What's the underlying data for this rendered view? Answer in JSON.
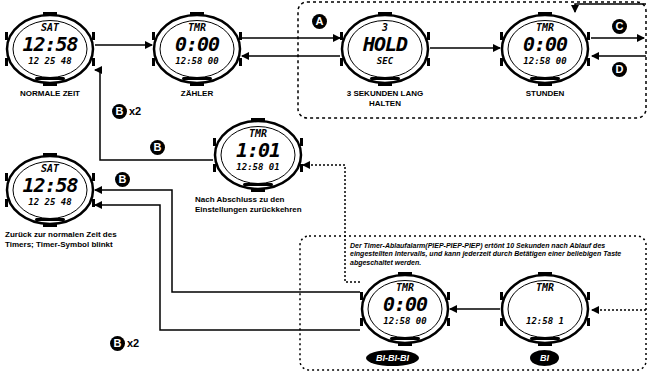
{
  "diagram": {
    "nodes": [
      {
        "text": [
          "SAT",
          "12:58",
          "12 25 48",
          "NORMALE ZEIT"
        ]
      },
      {
        "text": [
          "TMR",
          "0:00",
          "12:58 00",
          "ZÄHLER"
        ]
      },
      {
        "text": [
          "3",
          "HOLD",
          "SEC",
          "3 SEKUNDEN LANG HALTEN"
        ]
      },
      {
        "text": [
          "TMR",
          "0:00",
          "12:58 00",
          "STUNDEN"
        ]
      },
      {
        "text": [
          "TMR",
          "1:01",
          "12:58 01",
          "Nach Abschluss zu den Einstellungen zurückkehren"
        ]
      },
      {
        "text": [
          "SAT",
          "12:58",
          "12 25 48",
          "Zurück zur normalen Zeit des Timers; Timer-Symbol blinkt"
        ]
      },
      {
        "text": [
          "TMR",
          "0:00",
          "12:58 00"
        ]
      },
      {
        "text": [
          "TMR",
          "12:58 1"
        ]
      }
    ],
    "edges": [
      {
        "from": 0,
        "to": 1,
        "arrow": "to"
      },
      {
        "from": 1,
        "to": 2,
        "arrow": "to"
      },
      {
        "from": 2,
        "to": 1,
        "arrow": "to"
      },
      {
        "from": 2,
        "to": 3,
        "arrow": "to"
      },
      {
        "from": 4,
        "to": 0,
        "arrow": "to"
      },
      {
        "from": 6,
        "to": 4,
        "arrow": "to"
      },
      {
        "from": 7,
        "to": 6,
        "arrow": "to"
      },
      {
        "from": 6,
        "to": 5,
        "arrow": "to"
      },
      {
        "from": 6,
        "to": 5,
        "arrow": "to"
      }
    ],
    "labels": [
      "A",
      "B",
      "x2",
      "C",
      "D",
      "B",
      "B",
      "B",
      "x2",
      "BI-BI-BI",
      "BI",
      "Der Timer-Ablaufalarm(PIEP-PIEP-PIEP) ertönt 10 Sekunden nach Ablauf des eingestellten Intervalls, und kann jederzeit durch Betätigen einer beliebigen Taste abgeschaltet werden."
    ]
  }
}
